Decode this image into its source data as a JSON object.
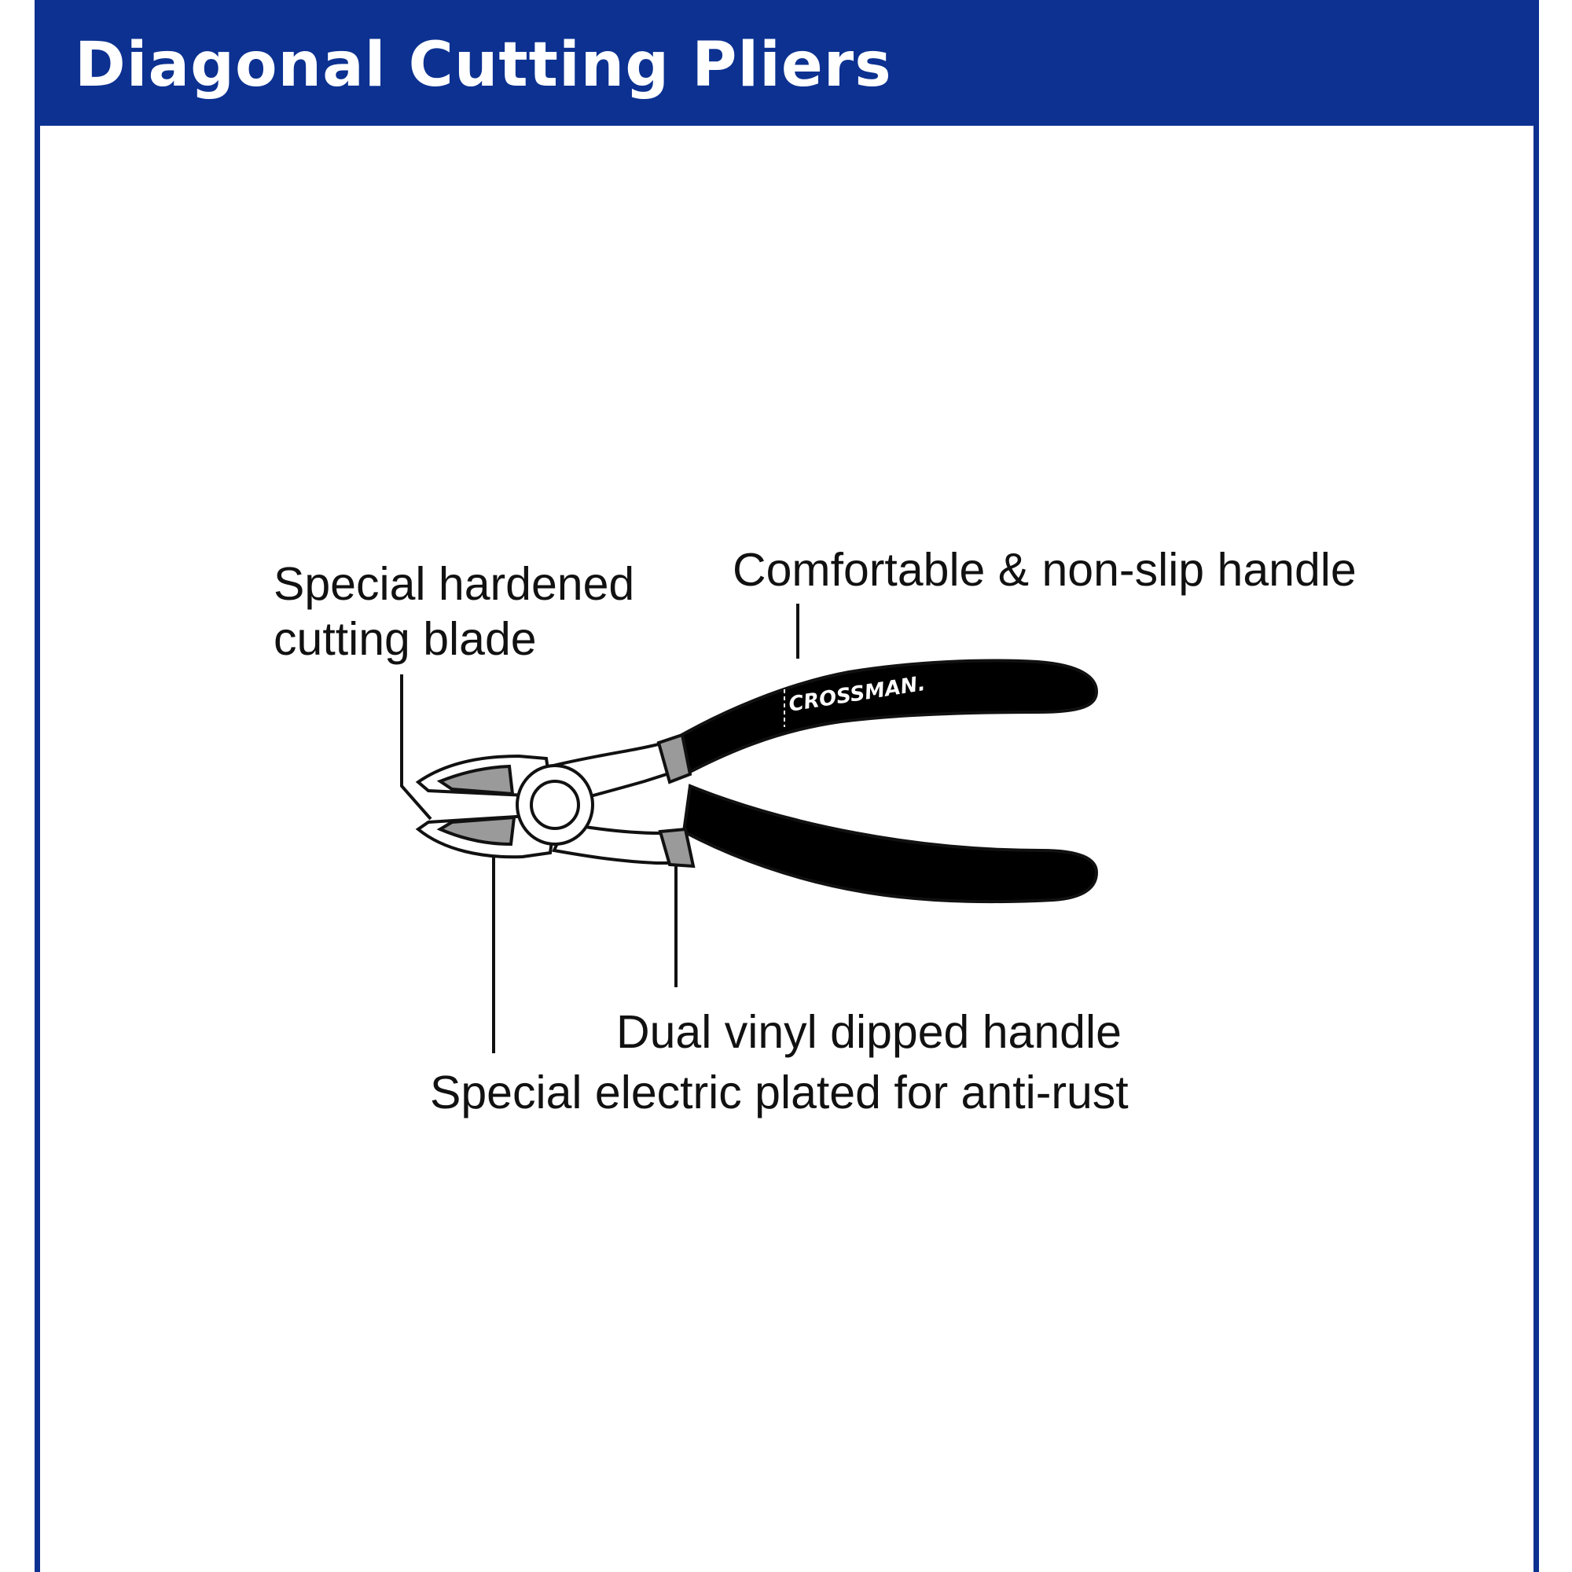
{
  "header": {
    "title": "Diagonal Cutting Pliers"
  },
  "callouts": {
    "blade_line1": "Special hardened",
    "blade_line2": "cutting blade",
    "comfort_handle": "Comfortable & non-slip handle",
    "vinyl_handle": "Dual vinyl dipped handle",
    "anti_rust": "Special electric plated for anti-rust"
  },
  "tool": {
    "brand": "CROSSMAN."
  },
  "colors": {
    "header_blue": "#0c3191",
    "text": "#111111",
    "grip": "#000000",
    "blade_gray": "#9a9a9a"
  }
}
